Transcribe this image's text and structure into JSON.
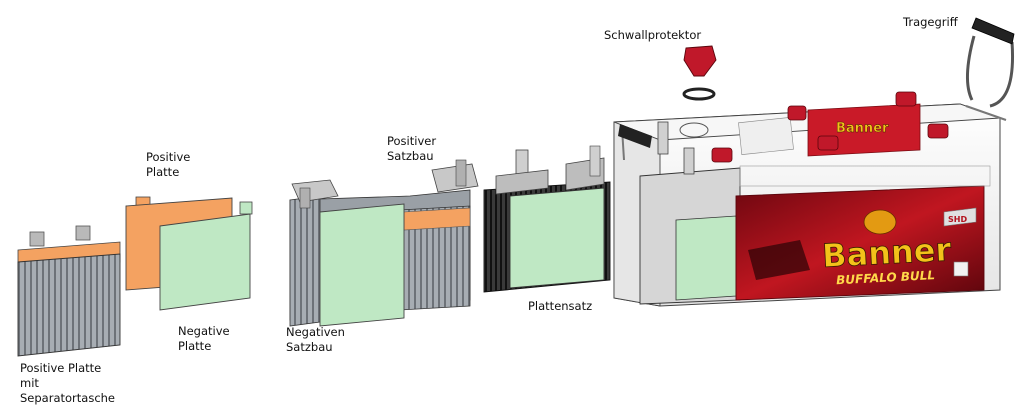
{
  "labels": {
    "positive_plate_sep": [
      "Positive Platte",
      "mit",
      "Separatortasche"
    ],
    "positive_plate": [
      "Positive",
      "Platte"
    ],
    "negative_plate": [
      "Negative",
      "Platte"
    ],
    "negative_group": [
      "Negativen",
      "Satzbau"
    ],
    "positive_group": [
      "Positiver",
      "Satzbau"
    ],
    "plate_set": [
      "Plattensatz"
    ],
    "surge_protector": [
      "Schwallprotektor"
    ],
    "handle": [
      "Tragegriff"
    ]
  },
  "battery": {
    "brand": "Banner",
    "model": "BUFFALO BULL",
    "badge": "SHD"
  },
  "colors": {
    "positive_plate": "#f4a261",
    "negative_plate": "#bfe8c4",
    "separator": "#9aa0a6",
    "cap": "#c0182a",
    "case": "#f4f4f4",
    "label_red": "#b3121d"
  }
}
